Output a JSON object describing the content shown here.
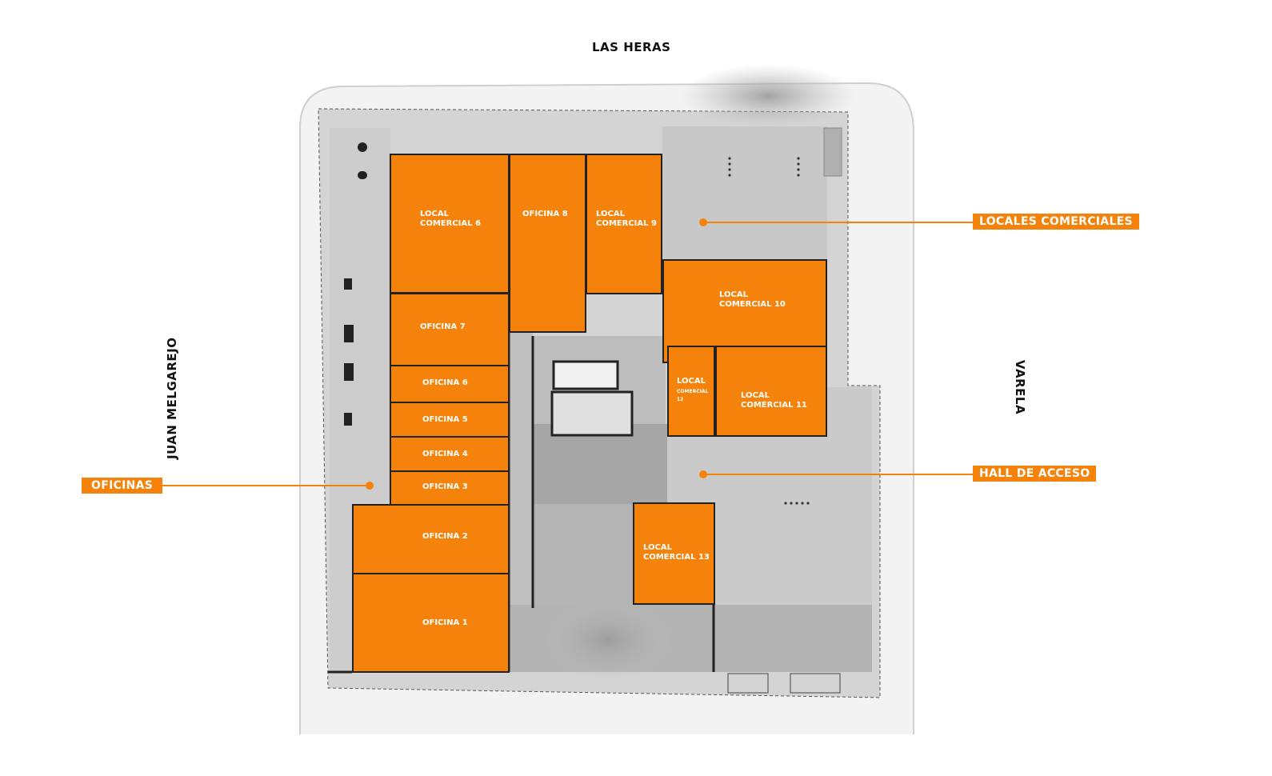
{
  "streets": {
    "north": "LAS HERAS",
    "west": "JUAN MELGAREJO",
    "east": "VARELA"
  },
  "rooms": {
    "local6": "LOCAL\nCOMERCIAL 6",
    "oficina8": "OFICINA 8",
    "local9": "LOCAL\nCOMERCIAL 9",
    "local10": "LOCAL\nCOMERCIAL 10",
    "oficina7": "OFICINA 7",
    "oficina6": "OFICINA 6",
    "oficina5": "OFICINA 5",
    "oficina4": "OFICINA 4",
    "oficina3": "OFICINA 3",
    "oficina2": "OFICINA 2",
    "oficina1": "OFICINA 1",
    "local12_a": "LOCAL",
    "local12_b": "COMERCIAL",
    "local12_c": "12",
    "local11": "LOCAL\nCOMERCIAL 11",
    "local13": "LOCAL\nCOMERCIAL 13"
  },
  "callouts": {
    "locales": "LOCALES COMERCIALES",
    "hall": "HALL DE ACCESO",
    "oficinas": "OFICINAS"
  },
  "colors": {
    "accent": "#f5820a",
    "floor": "#cfcfcf",
    "core": "#a9a9a9"
  }
}
